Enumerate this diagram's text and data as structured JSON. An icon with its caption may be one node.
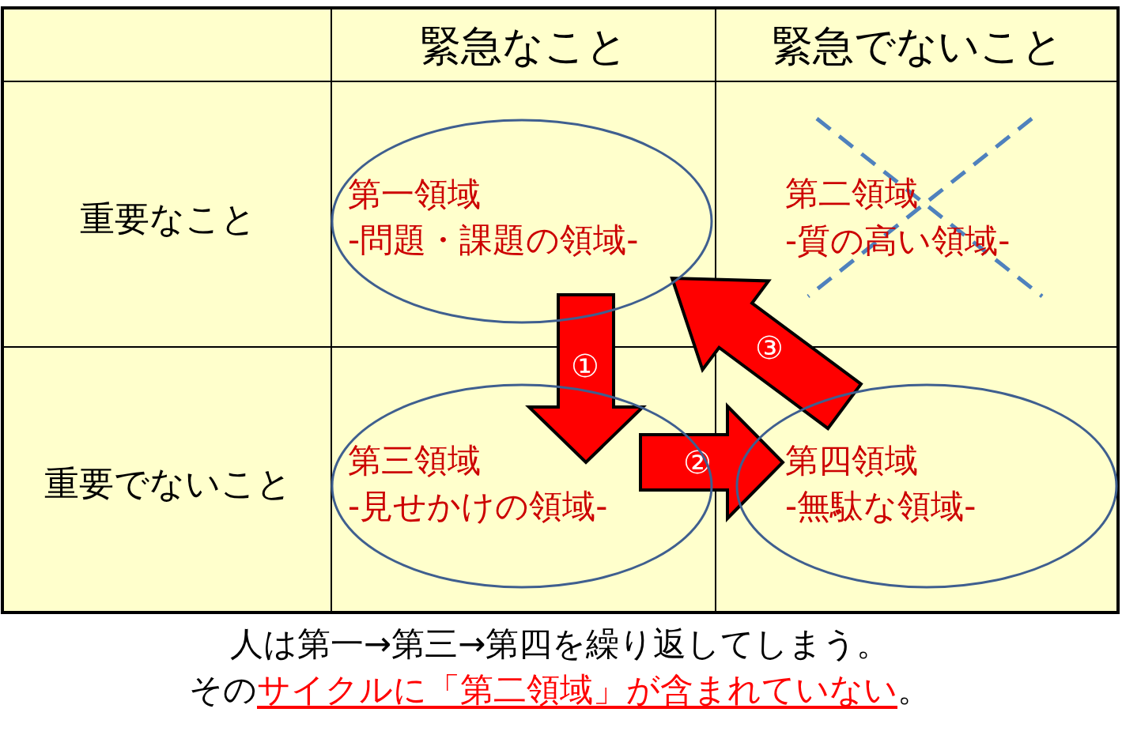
{
  "diagram": {
    "nodes": [
      {
        "text": [
          "第一領域",
          "-問題・課題の領域-"
        ]
      },
      {
        "text": [
          "第三領域",
          "-見せかけの領域-"
        ]
      },
      {
        "text": [
          "第四領域",
          "-無駄な領域-"
        ]
      }
    ],
    "edges": [
      {
        "from": 0,
        "to": 1,
        "arrow": "to",
        "label": "①"
      },
      {
        "from": 1,
        "to": 2,
        "arrow": "to",
        "label": "②"
      },
      {
        "from": 2,
        "to": 0,
        "arrow": "to",
        "label": "③"
      }
    ],
    "labels": [
      "緊急なこと",
      "緊急でないこと",
      "重要なこと",
      "第二領域",
      "-質の高い領域-",
      "重要でないこと",
      "人は第一→第三→第四を繰り返してしまう。",
      "その",
      "サイクルに「第二領域」が含まれていない",
      "。"
    ]
  }
}
